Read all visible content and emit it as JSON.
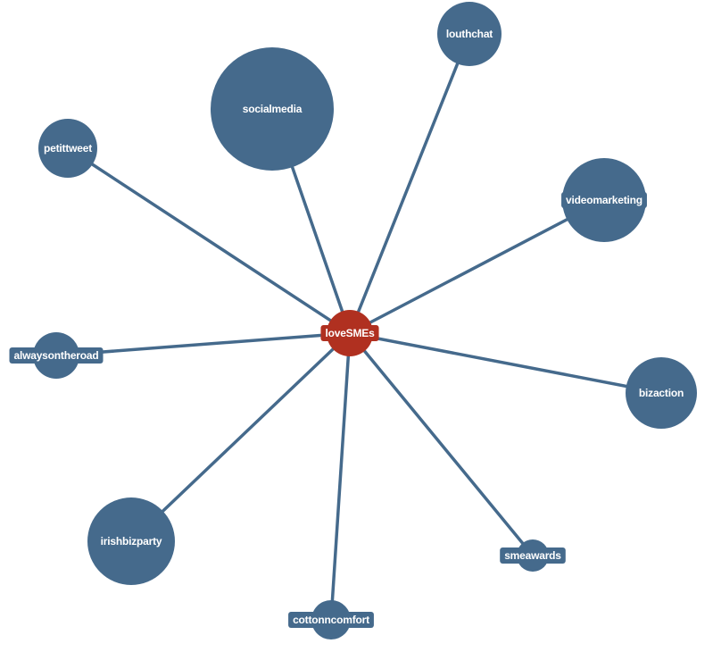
{
  "graph": {
    "center": {
      "id": "loveSMEs",
      "label": "loveSMEs",
      "color": "#b03020"
    },
    "nodes": [
      {
        "id": "louthchat",
        "label": "louthchat",
        "label_boxed": false
      },
      {
        "id": "socialmedia",
        "label": "socialmedia",
        "label_boxed": false
      },
      {
        "id": "petittweet",
        "label": "petittweet",
        "label_boxed": true
      },
      {
        "id": "videomarketing",
        "label": "videomarketing",
        "label_boxed": true
      },
      {
        "id": "alwaysontheroad",
        "label": "alwaysontheroad",
        "label_boxed": true
      },
      {
        "id": "bizaction",
        "label": "bizaction",
        "label_boxed": false
      },
      {
        "id": "irishbizparty",
        "label": "irishbizparty",
        "label_boxed": false
      },
      {
        "id": "smeawards",
        "label": "smeawards",
        "label_boxed": true
      },
      {
        "id": "cottonncomfort",
        "label": "cottonncomfort",
        "label_boxed": true
      }
    ],
    "edges": [
      {
        "source": "loveSMEs",
        "target": "louthchat"
      },
      {
        "source": "loveSMEs",
        "target": "socialmedia"
      },
      {
        "source": "loveSMEs",
        "target": "petittweet"
      },
      {
        "source": "loveSMEs",
        "target": "videomarketing"
      },
      {
        "source": "loveSMEs",
        "target": "alwaysontheroad"
      },
      {
        "source": "loveSMEs",
        "target": "bizaction"
      },
      {
        "source": "loveSMEs",
        "target": "irishbizparty"
      },
      {
        "source": "loveSMEs",
        "target": "smeawards"
      },
      {
        "source": "loveSMEs",
        "target": "cottonncomfort"
      }
    ],
    "colors": {
      "node": "#456a8c",
      "edge": "#456a8c",
      "label_box": "#456a8c",
      "center_label_box": "#b03020",
      "label_text": "#ffffff"
    }
  }
}
